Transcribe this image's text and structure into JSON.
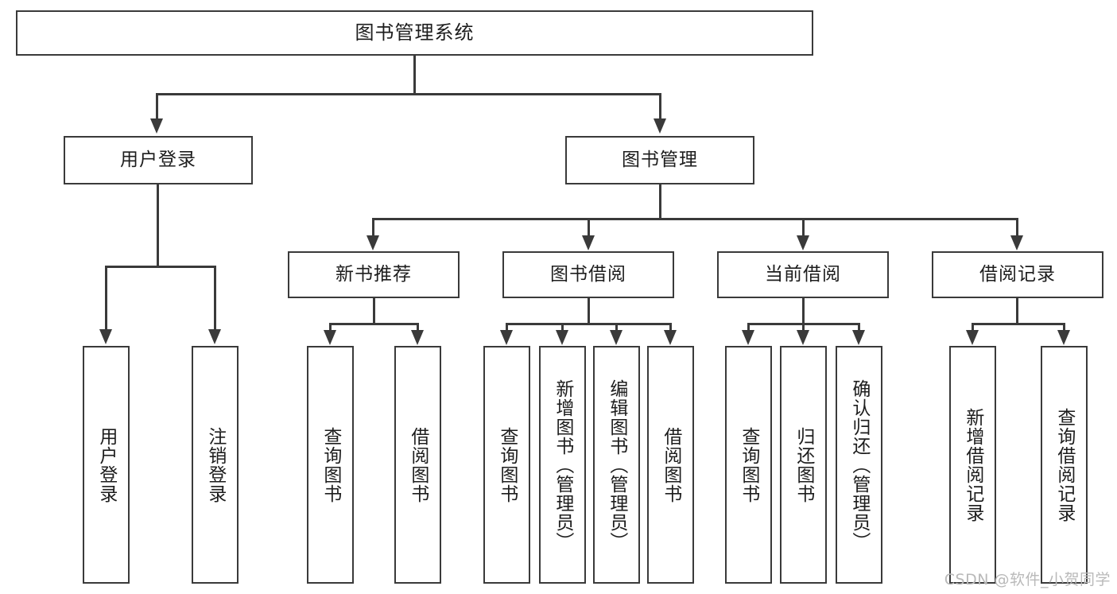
{
  "diagram": {
    "type": "hierarchy-tree",
    "title": "图书管理系统",
    "root": {
      "label": "图书管理系统"
    },
    "level2": [
      {
        "label": "用户登录"
      },
      {
        "label": "图书管理"
      }
    ],
    "level3": [
      {
        "label": "新书推荐"
      },
      {
        "label": "图书借阅"
      },
      {
        "label": "当前借阅"
      },
      {
        "label": "借阅记录"
      }
    ],
    "leaves": {
      "user_login": [
        {
          "label": "用户登录"
        },
        {
          "label": "注销登录"
        }
      ],
      "new_book_recommend": [
        {
          "label": "查询图书"
        },
        {
          "label": "借阅图书"
        }
      ],
      "book_borrow": [
        {
          "label": "查询图书"
        },
        {
          "label": "新增图书（管理员）"
        },
        {
          "label": "编辑图书（管理员）"
        },
        {
          "label": "借阅图书"
        }
      ],
      "current_borrow": [
        {
          "label": "查询图书"
        },
        {
          "label": "归还图书"
        },
        {
          "label": "确认归还（管理员）"
        }
      ],
      "borrow_record": [
        {
          "label": "新增借阅记录"
        },
        {
          "label": "查询借阅记录"
        }
      ]
    }
  },
  "watermark": {
    "text": "CSDN @软件_小贺同学"
  },
  "colors": {
    "stroke": "#3a3a3a",
    "text": "#1d1d1d",
    "background": "#ffffff",
    "watermark": "#b9b9b9"
  }
}
